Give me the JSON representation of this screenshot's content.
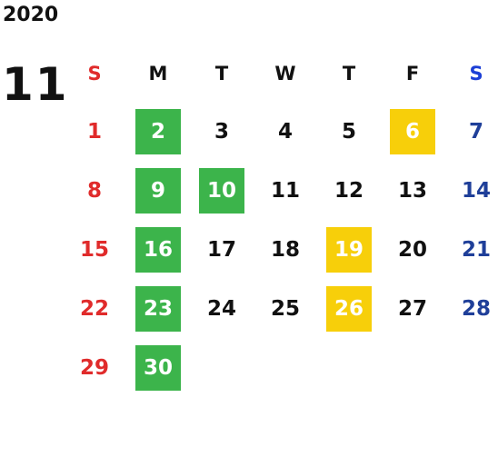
{
  "year": "2020",
  "month": "11",
  "weekdays": [
    "S",
    "M",
    "T",
    "W",
    "T",
    "F",
    "S"
  ],
  "weeks": [
    [
      "1",
      "2",
      "3",
      "4",
      "5",
      "6",
      "7"
    ],
    [
      "8",
      "9",
      "10",
      "11",
      "12",
      "13",
      "14"
    ],
    [
      "15",
      "16",
      "17",
      "18",
      "19",
      "20",
      "21"
    ],
    [
      "22",
      "23",
      "24",
      "25",
      "26",
      "27",
      "28"
    ],
    [
      "29",
      "30",
      "",
      "",
      "",
      "",
      ""
    ]
  ],
  "colors": {
    "sunday": "#e02b2b",
    "saturday": "#1f3f99",
    "green_highlight": "#3cb44b",
    "yellow_highlight": "#f7cf0a"
  },
  "highlights": {
    "green": [
      "2",
      "9",
      "10",
      "16",
      "23",
      "30"
    ],
    "yellow": [
      "6",
      "19",
      "26"
    ]
  }
}
